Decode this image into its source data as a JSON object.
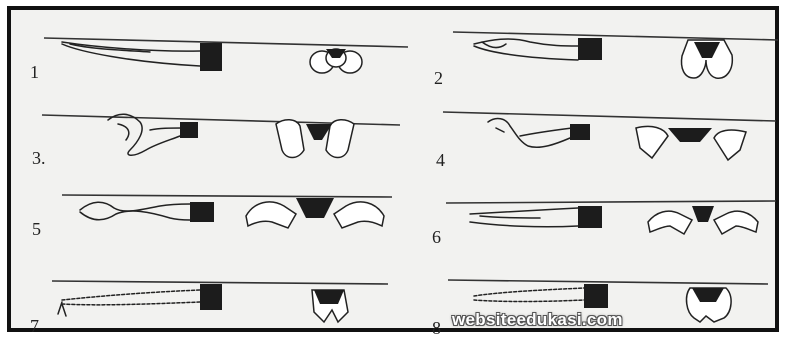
{
  "figure": {
    "panels": [
      {
        "number": "1"
      },
      {
        "number": "2"
      },
      {
        "number": "3."
      },
      {
        "number": "4"
      },
      {
        "number": "5"
      },
      {
        "number": "6"
      },
      {
        "number": "7"
      },
      {
        "number": "8"
      }
    ],
    "watermark": "websiteedukasi.com"
  }
}
